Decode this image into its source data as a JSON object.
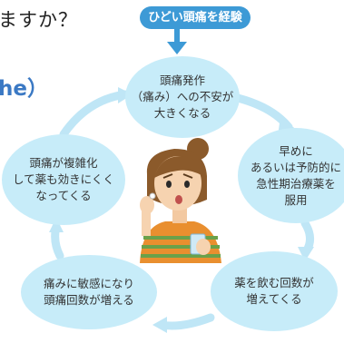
{
  "header": {
    "heading": "ますか？",
    "side_text": "he）"
  },
  "start_tag": "ひどい頭痛を経験",
  "cycle": {
    "top": [
      "頭痛発作",
      "（痛み）への不安が",
      "大きくなる"
    ],
    "right": [
      "早めに",
      "あるいは予防的に",
      "急性期治療薬を",
      "服用"
    ],
    "bottom_right": [
      "薬を飲む回数が",
      "増えてくる"
    ],
    "bottom_left": [
      "痛みに敏感になり",
      "頭痛回数が増える"
    ],
    "left": [
      "頭痛が複雑化",
      "して薬も効きにくく",
      "なってくる"
    ]
  },
  "colors": {
    "tag": "#3d9ad6",
    "bubble": "#c7ecf9",
    "arrow": "#bfe6f6",
    "accent_text": "#3b79c4"
  }
}
